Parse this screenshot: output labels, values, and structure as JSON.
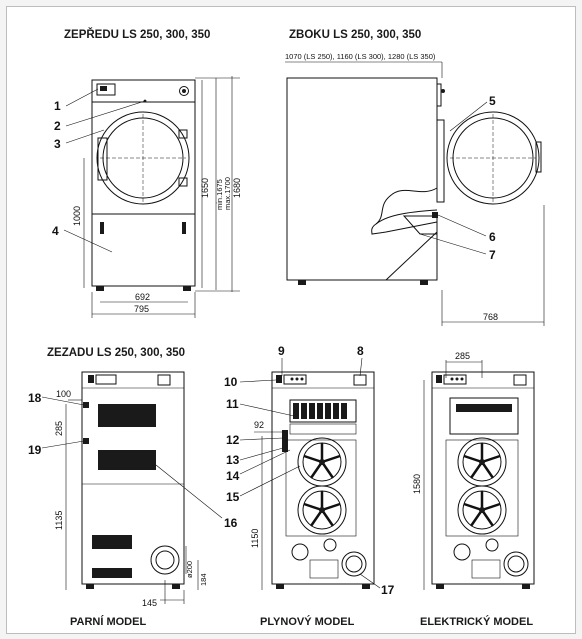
{
  "headings": {
    "front": "ZEPŘEDU LS 250, 300, 350",
    "side": "ZBOKU LS 250, 300, 350",
    "rear": "ZEZADU LS 250, 300, 350"
  },
  "side_width_note": "1070 (LS 250), 1160 (LS 300), 1280 (LS 350)",
  "dimensions": {
    "front_width_inner": "692",
    "front_width_outer": "795",
    "front_height_door": "1000",
    "front_height_1650": "1650",
    "front_height_1680": "1680",
    "front_height_minmax": "min.1675\nmax.1700",
    "side_depth": "768",
    "steam_100": "100",
    "steam_285": "285",
    "steam_1135": "1135",
    "steam_200": "ø200",
    "steam_184": "184",
    "steam_145": "145",
    "gas_92": "92",
    "gas_1150": "1150",
    "elec_285": "285",
    "elec_1580": "1580"
  },
  "callouts": [
    "1",
    "2",
    "3",
    "4",
    "5",
    "6",
    "7",
    "8",
    "9",
    "10",
    "11",
    "12",
    "13",
    "14",
    "15",
    "16",
    "17",
    "18",
    "19"
  ],
  "captions": {
    "steam": "PARNÍ MODEL",
    "gas": "PLYNOVÝ MODEL",
    "electric": "ELEKTRICKÝ MODEL"
  }
}
